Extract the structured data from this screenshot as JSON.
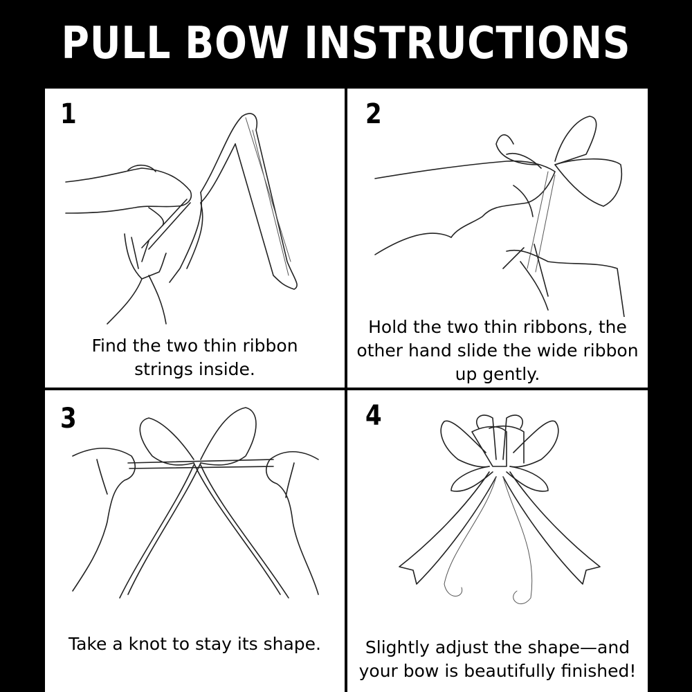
{
  "title": "PULL BOW INSTRUCTIONS",
  "steps": [
    {
      "number": "1",
      "caption": [
        "Find the two thin ribbon",
        "strings inside."
      ]
    },
    {
      "number": "2",
      "caption": [
        "Hold the two thin ribbons, the",
        "other hand slide the wide ribbon",
        "up gently."
      ]
    },
    {
      "number": "3",
      "caption": [
        "Take a knot to stay its shape."
      ]
    },
    {
      "number": "4",
      "caption": [
        "Slightly adjust the shape—and",
        "your bow is beautifully finished!"
      ]
    }
  ]
}
